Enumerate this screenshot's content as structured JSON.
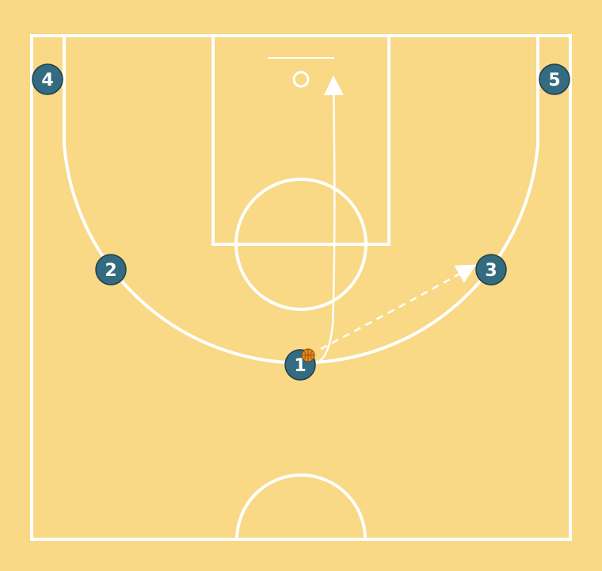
{
  "court": {
    "background_color": "#F9D886",
    "line_color": "#FFFFFF"
  },
  "players": [
    {
      "id": "player-1",
      "label": "1",
      "has_ball": true
    },
    {
      "id": "player-2",
      "label": "2",
      "has_ball": false
    },
    {
      "id": "player-3",
      "label": "3",
      "has_ball": false
    },
    {
      "id": "player-4",
      "label": "4",
      "has_ball": false
    },
    {
      "id": "player-5",
      "label": "5",
      "has_ball": false
    }
  ],
  "player_style": {
    "fill_color": "#336B80",
    "text_color": "#FFFFFF",
    "ball_color": "#E58A1F"
  },
  "actions": [
    {
      "id": "dribble-to-basket",
      "type": "cut",
      "from": "player-1",
      "to": "basket"
    },
    {
      "id": "pass-to-3",
      "type": "pass",
      "from": "player-1",
      "to": "player-3"
    }
  ]
}
